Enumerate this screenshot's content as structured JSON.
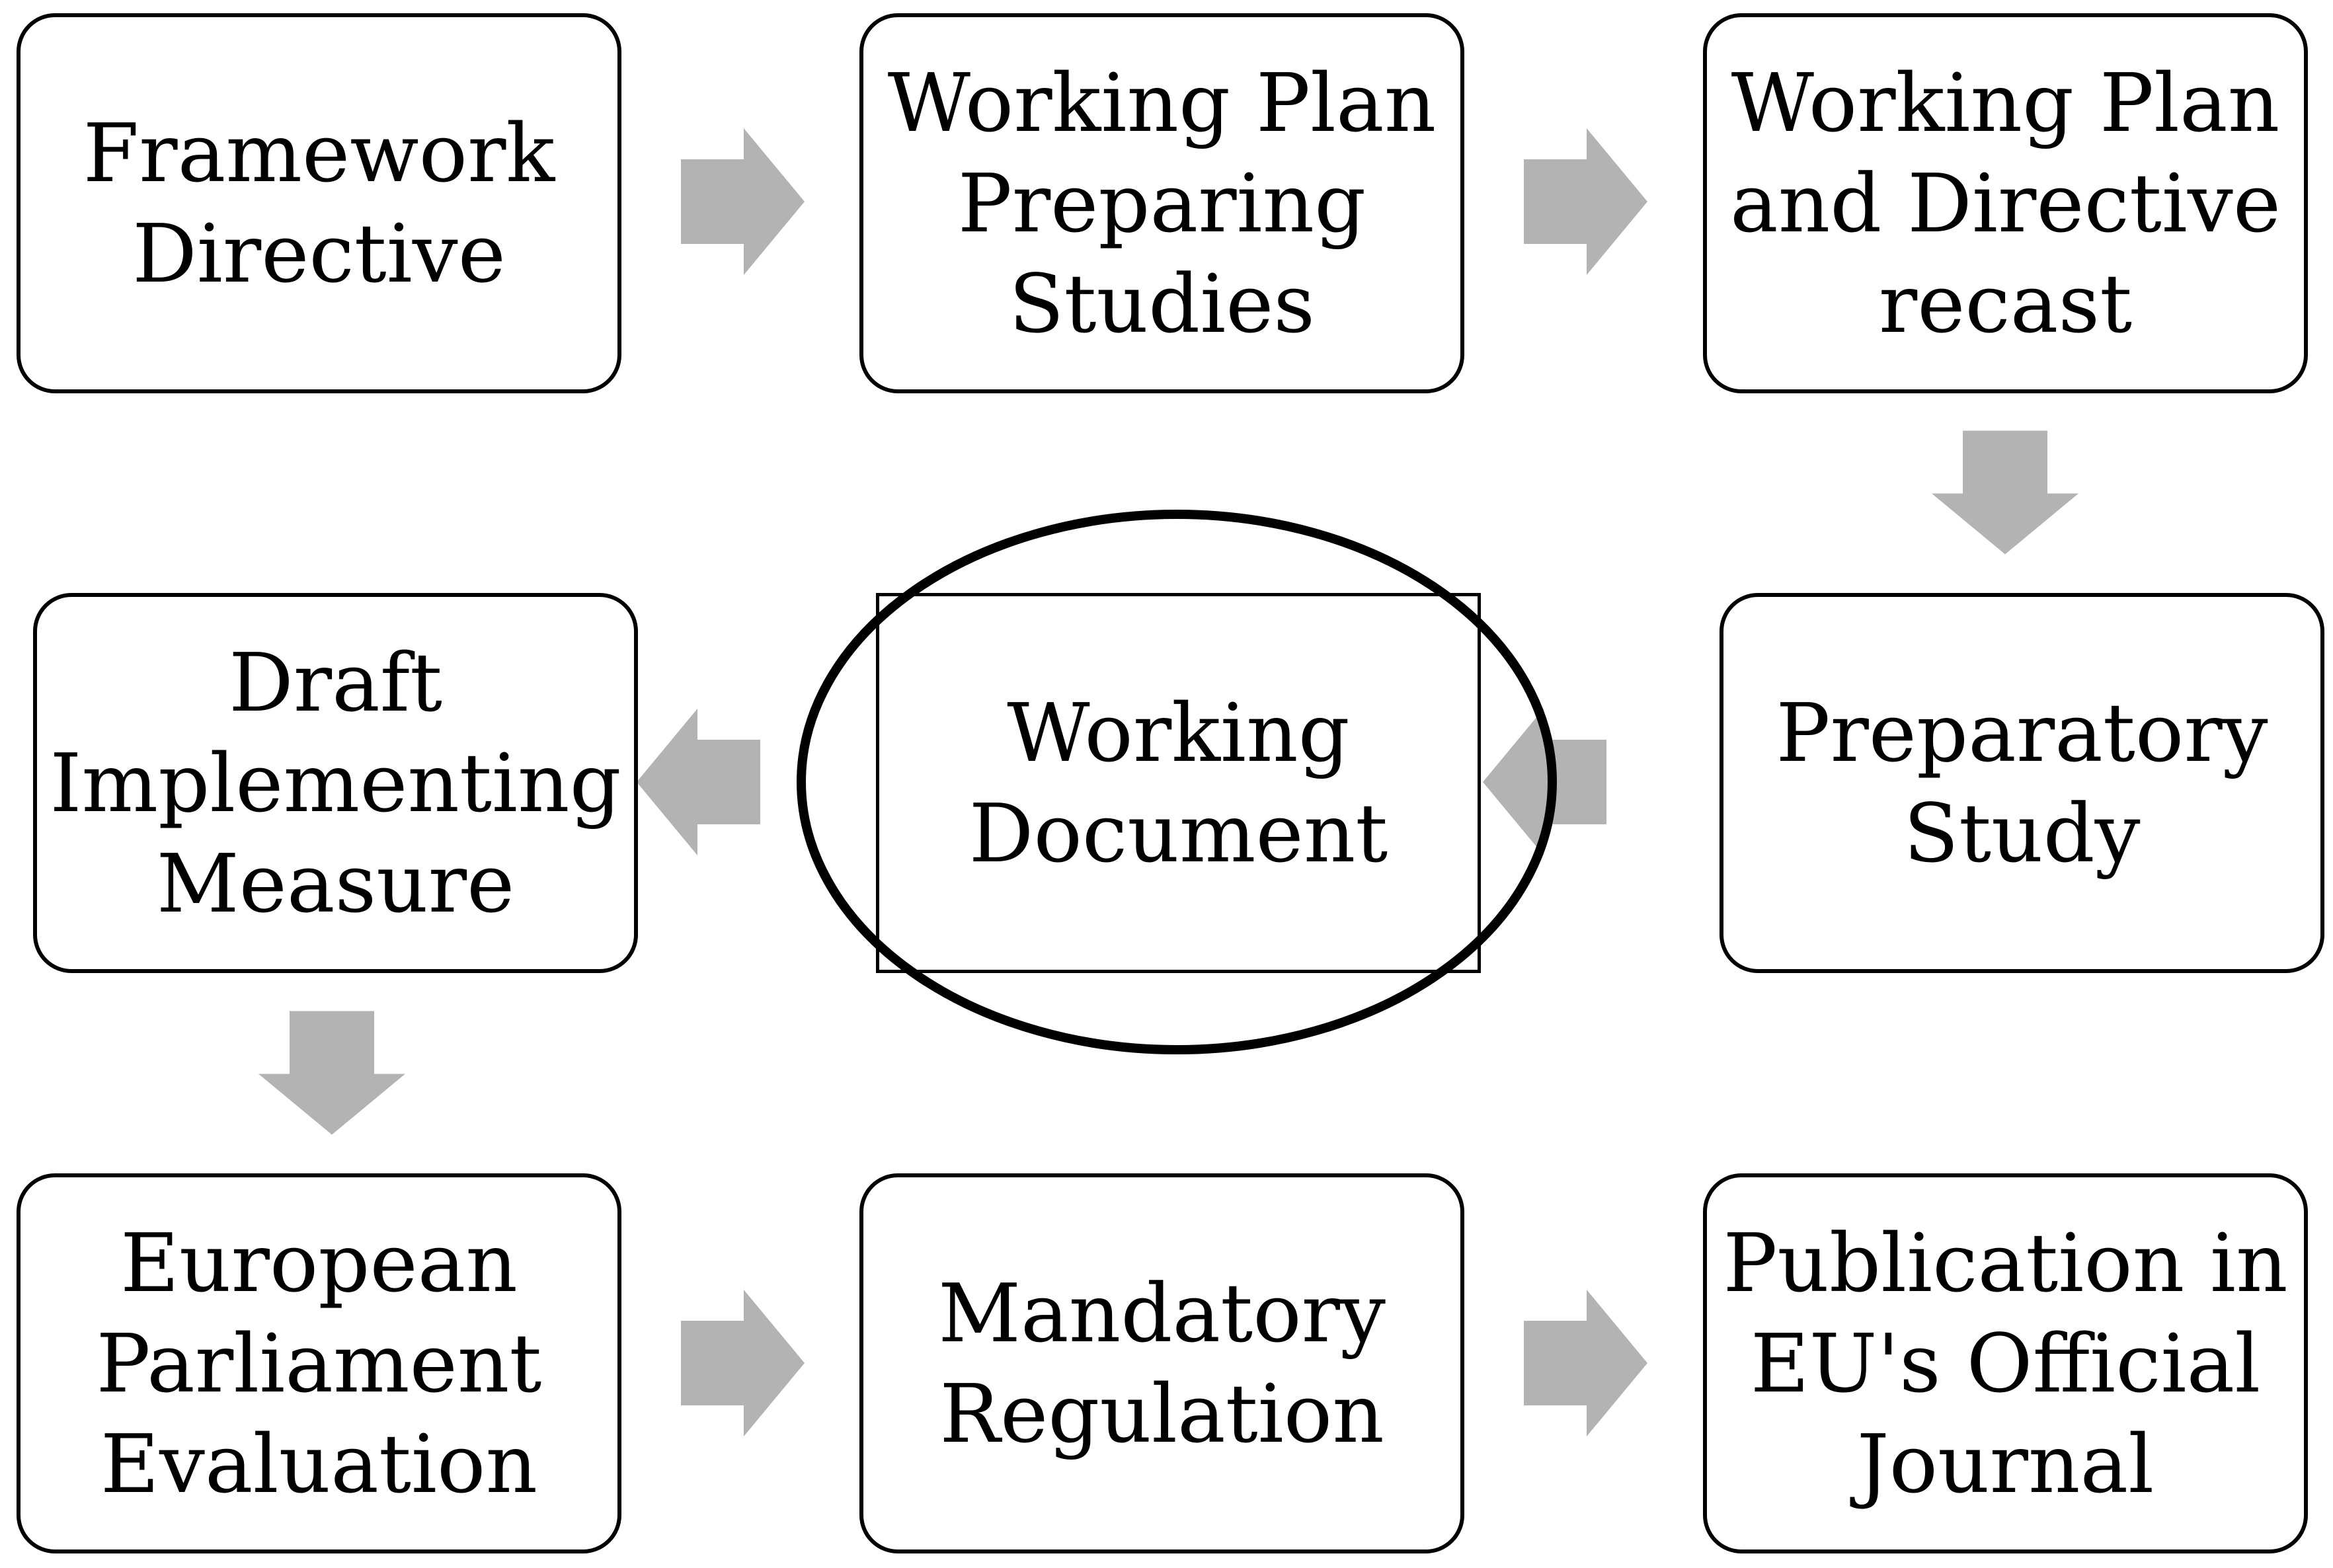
{
  "diagram": {
    "nodes": [
      {
        "id": "framework-directive",
        "label": "Framework\nDirective"
      },
      {
        "id": "working-plan-preparing-studies",
        "label": "Working Plan\nPreparing\nStudies"
      },
      {
        "id": "working-plan-directive-recast",
        "label": "Working Plan\nand Directive\nrecast"
      },
      {
        "id": "preparatory-study",
        "label": "Preparatory\nStudy"
      },
      {
        "id": "working-document",
        "label": "Working\nDocument",
        "highlighted": true
      },
      {
        "id": "draft-implementing-measure",
        "label": "Draft\nImplementing\nMeasure"
      },
      {
        "id": "european-parliament-evaluation",
        "label": "European\nParliament\nEvaluation"
      },
      {
        "id": "mandatory-regulation",
        "label": "Mandatory\nRegulation"
      },
      {
        "id": "publication-eu-official-journal",
        "label": "Publication in\nEU's Official\nJournal"
      }
    ],
    "flow": [
      {
        "from": "framework-directive",
        "to": "working-plan-preparing-studies",
        "direction": "right"
      },
      {
        "from": "working-plan-preparing-studies",
        "to": "working-plan-directive-recast",
        "direction": "right"
      },
      {
        "from": "working-plan-directive-recast",
        "to": "preparatory-study",
        "direction": "down"
      },
      {
        "from": "preparatory-study",
        "to": "working-document",
        "direction": "left"
      },
      {
        "from": "working-document",
        "to": "draft-implementing-measure",
        "direction": "left"
      },
      {
        "from": "draft-implementing-measure",
        "to": "european-parliament-evaluation",
        "direction": "down"
      },
      {
        "from": "european-parliament-evaluation",
        "to": "mandatory-regulation",
        "direction": "right"
      },
      {
        "from": "mandatory-regulation",
        "to": "publication-eu-official-journal",
        "direction": "right"
      }
    ],
    "colors": {
      "arrow": "#b3b3b3",
      "border": "#000000",
      "text": "#000000",
      "highlight_ring": "#000000"
    }
  }
}
